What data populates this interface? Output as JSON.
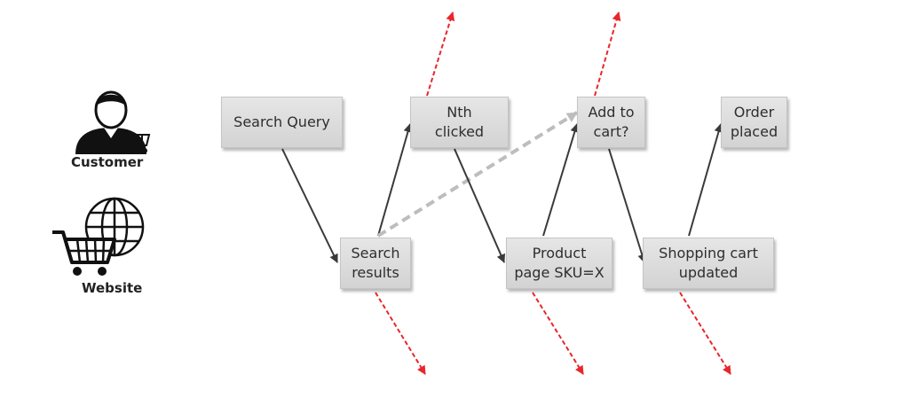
{
  "actors": {
    "customer": {
      "label": "Customer",
      "icon": "customer-with-cart-icon"
    },
    "website": {
      "label": "Website",
      "icon": "globe-shopping-cart-icon"
    }
  },
  "nodes": {
    "search_query": "Search Query",
    "search_results": "Search\nresults",
    "nth_clicked": "Nth\nclicked",
    "product_page": "Product\npage SKU=X",
    "add_to_cart": "Add to\ncart?",
    "shopping_cart_updated": "Shopping cart\nupdated",
    "order_placed": "Order\nplaced"
  },
  "edges": [
    {
      "from": "search_query",
      "to": "search_results",
      "style": "solid"
    },
    {
      "from": "search_results",
      "to": "nth_clicked",
      "style": "solid"
    },
    {
      "from": "search_results",
      "to": "add_to_cart",
      "style": "dashed"
    },
    {
      "from": "nth_clicked",
      "to": "product_page",
      "style": "solid"
    },
    {
      "from": "product_page",
      "to": "add_to_cart",
      "style": "solid"
    },
    {
      "from": "add_to_cart",
      "to": "shopping_cart_updated",
      "style": "solid"
    },
    {
      "from": "shopping_cart_updated",
      "to": "order_placed",
      "style": "solid"
    }
  ],
  "colors": {
    "solid_edge": "#3a3a3a",
    "dashed_edge": "#bdbdbd",
    "exit_edge": "#e8262b"
  }
}
